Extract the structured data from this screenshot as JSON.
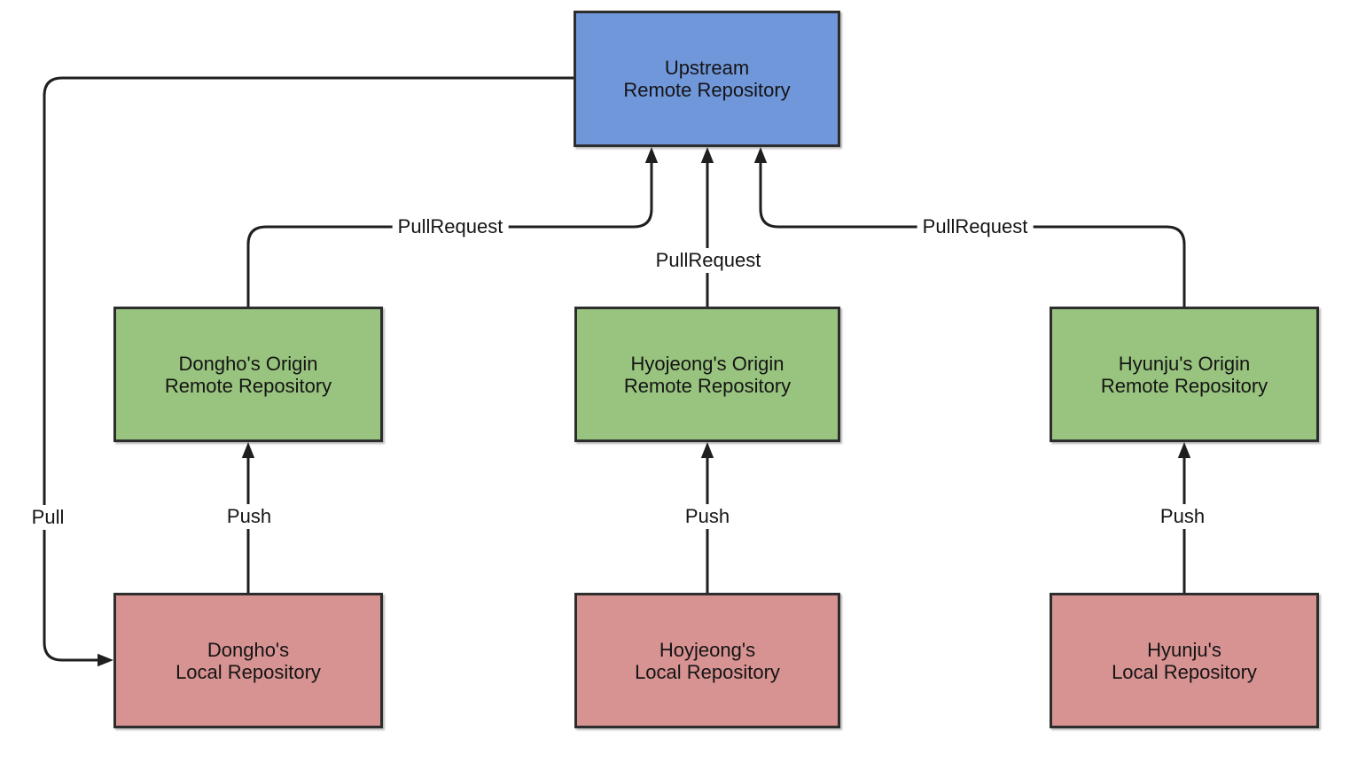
{
  "diagram": {
    "nodes": {
      "upstream": {
        "label": "Upstream\nRemote Repository",
        "fill": "#7197db",
        "role": "upstream-remote"
      },
      "dongho_origin": {
        "label": "Dongho's Origin\nRemote Repository",
        "fill": "#99c47f",
        "role": "origin-remote"
      },
      "hyojeong_origin": {
        "label": "Hyojeong's Origin\nRemote Repository",
        "fill": "#99c47f",
        "role": "origin-remote"
      },
      "hyunju_origin": {
        "label": "Hyunju's Origin\nRemote Repository",
        "fill": "#99c47f",
        "role": "origin-remote"
      },
      "dongho_local": {
        "label": "Dongho's\nLocal Repository",
        "fill": "#d79292",
        "role": "local-repo"
      },
      "hoyjeong_local": {
        "label": "Hoyjeong's\nLocal Repository",
        "fill": "#d79292",
        "role": "local-repo"
      },
      "hyunju_local": {
        "label": "Hyunju's\nLocal Repository",
        "fill": "#d79292",
        "role": "local-repo"
      }
    },
    "edges": {
      "pull": {
        "label": "Pull",
        "from": "upstream",
        "to": "dongho_local"
      },
      "pullrequest_dongho": {
        "label": "PullRequest",
        "from": "dongho_origin",
        "to": "upstream"
      },
      "pullrequest_hyojeong": {
        "label": "PullRequest",
        "from": "hyojeong_origin",
        "to": "upstream"
      },
      "pullrequest_hyunju": {
        "label": "PullRequest",
        "from": "hyunju_origin",
        "to": "upstream"
      },
      "push_dongho": {
        "label": "Push",
        "from": "dongho_local",
        "to": "dongho_origin"
      },
      "push_hyojeong": {
        "label": "Push",
        "from": "hoyjeong_local",
        "to": "hyojeong_origin"
      },
      "push_hyunju": {
        "label": "Push",
        "from": "hyunju_local",
        "to": "hyunju_origin"
      }
    },
    "colors": {
      "background": "#ffffff",
      "node_border": "#2d2d2d",
      "edge_stroke": "#1f1f1f",
      "upstream_fill": "#7197db",
      "origin_fill": "#99c47f",
      "local_fill": "#d79292"
    }
  }
}
